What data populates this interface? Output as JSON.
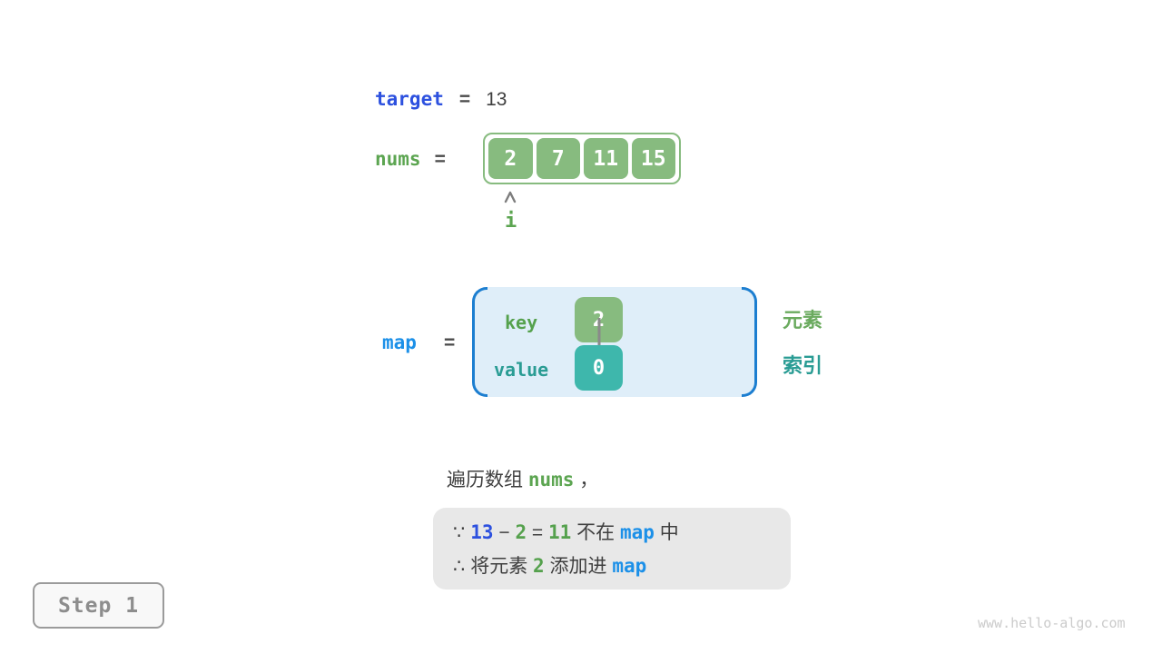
{
  "colors": {
    "indigo": "#2d51df",
    "sky": "#1c90e8",
    "green_text": "#5ca551",
    "key_green": "#55a14d",
    "elem_green": "#6aaa5e",
    "teal_text": "#2a9c94",
    "green_cell": "#87bb7f",
    "teal_cell": "#3eb7ac",
    "map_fill": "#dfeef9",
    "bracket_blue": "#1c7ed0",
    "note_bg": "#e8e8e8"
  },
  "target_row": {
    "label": "target",
    "equals": "=",
    "value": "13"
  },
  "nums_row": {
    "label": "nums",
    "equals": "=",
    "values": [
      "2",
      "7",
      "11",
      "15"
    ],
    "pointer_label": "i"
  },
  "map_row": {
    "label": "map",
    "equals": "=",
    "key_label": "key",
    "value_label": "value",
    "key_value": "2",
    "value_value": "0",
    "side_label_top": "元素",
    "side_label_bottom": "索引"
  },
  "caption": {
    "segments": [
      {
        "text": "遍历数组 ",
        "role": "plain"
      },
      {
        "text": "nums",
        "role": "nums-ref"
      },
      {
        "text": " ，",
        "role": "plain"
      }
    ]
  },
  "note": {
    "lines": [
      {
        "segments": [
          {
            "text": "∵ ",
            "role": "plain"
          },
          {
            "text": "13",
            "role": "target-num"
          },
          {
            "text": " − ",
            "role": "plain"
          },
          {
            "text": "2",
            "role": "elem-num"
          },
          {
            "text": " = ",
            "role": "plain"
          },
          {
            "text": "11",
            "role": "elem-num"
          },
          {
            "text": " 不在 ",
            "role": "plain"
          },
          {
            "text": "map",
            "role": "map-ref"
          },
          {
            "text": " 中",
            "role": "plain"
          }
        ]
      },
      {
        "segments": [
          {
            "text": "∴ 将元素 ",
            "role": "plain"
          },
          {
            "text": "2",
            "role": "elem-num"
          },
          {
            "text": " 添加进 ",
            "role": "plain"
          },
          {
            "text": "map",
            "role": "map-ref"
          }
        ]
      }
    ]
  },
  "step_badge": {
    "label": "Step 1"
  },
  "watermark": {
    "text": "www.hello-algo.com"
  }
}
